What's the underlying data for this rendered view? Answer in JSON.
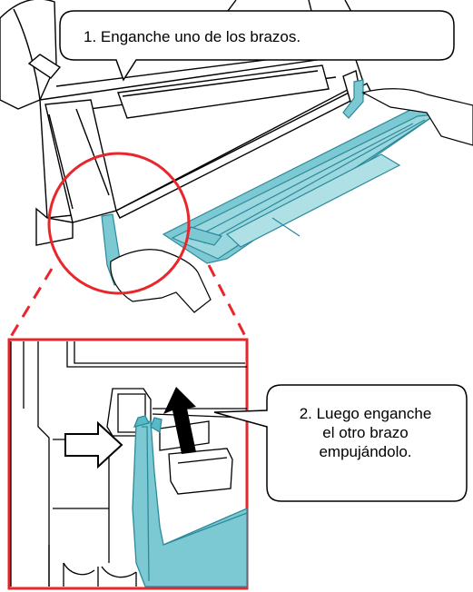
{
  "callouts": {
    "step1": "1. Enganche uno de los brazos.",
    "step2_lines": [
      "2. Luego enganche",
      "el otro brazo",
      "empujándolo."
    ]
  },
  "colors": {
    "tray": "#7cc9d3",
    "tray_dark": "#2a8a9a",
    "highlight": "#e8262b",
    "outline": "#000000",
    "fill": "#ffffff"
  },
  "icons": [
    "push-arrow-icon",
    "lift-arrow-icon"
  ]
}
